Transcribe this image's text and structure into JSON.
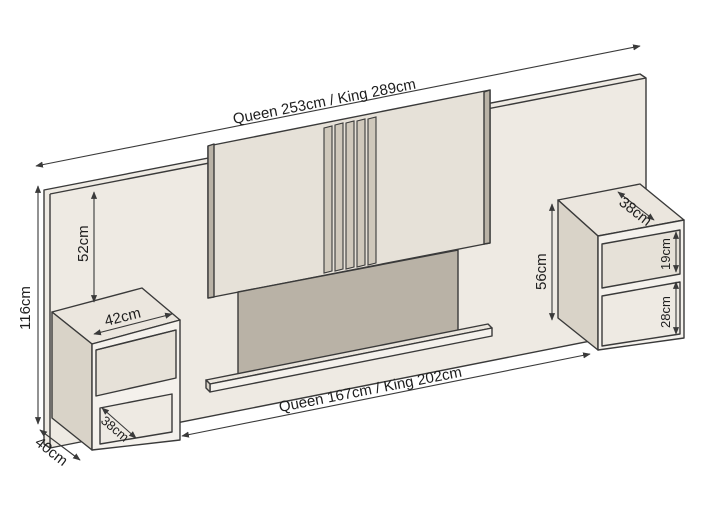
{
  "dimensions": {
    "total_width": "Queen 253cm / King 289cm",
    "inner_width": "Queen 167cm / King 202cm",
    "total_height": "116cm",
    "panel_height": "52cm",
    "left_depth_bottom": "40cm",
    "left_width": "42cm",
    "left_niche_depth": "38cm",
    "right_height": "56cm",
    "right_depth": "38cm",
    "right_drawer_height": "19cm",
    "right_niche_height": "28cm"
  }
}
